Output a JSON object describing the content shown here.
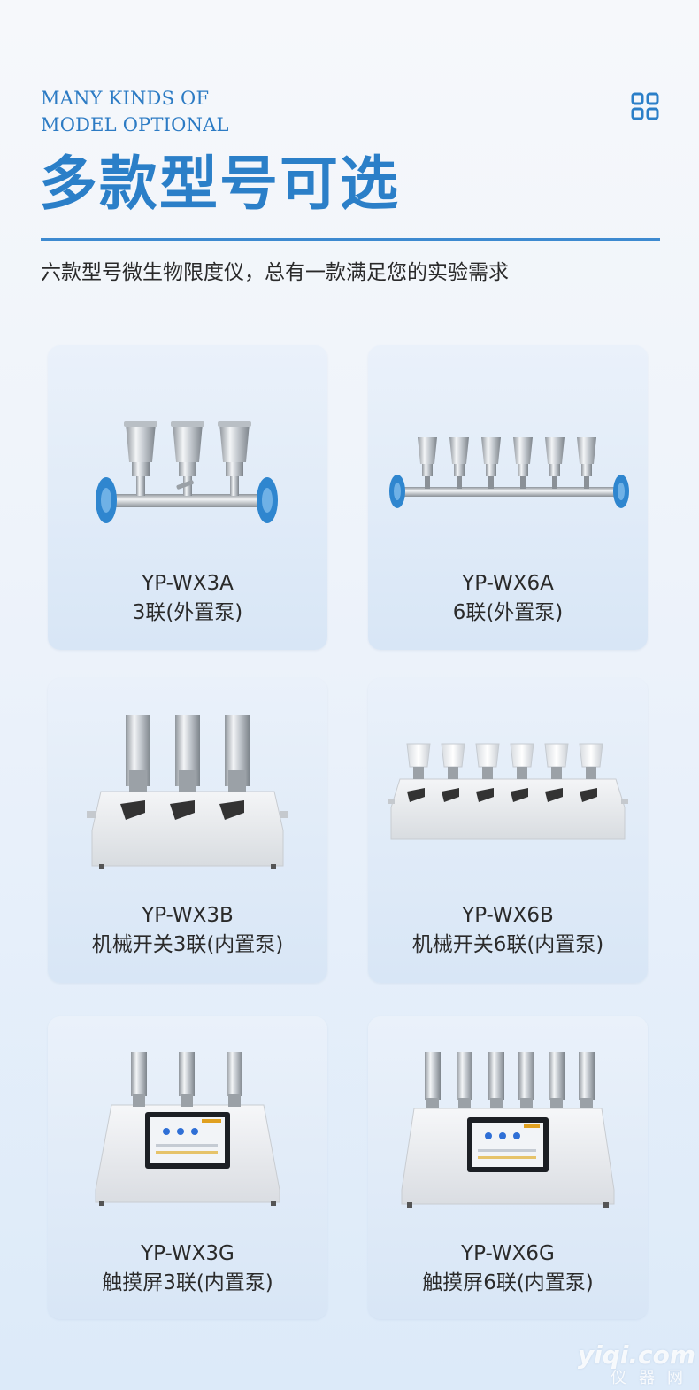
{
  "header": {
    "en_line1": "MANY KINDS OF",
    "en_line2": "MODEL OPTIONAL",
    "title": "多款型号可选",
    "subtitle": "六款型号微生物限度仪，总有一款满足您的实验需求",
    "icon": "grid-icon"
  },
  "colors": {
    "accent": "#2b7fc8",
    "text": "#2a2a2a",
    "card": "#e2ecf8"
  },
  "products": [
    {
      "model": "YP-WX3A",
      "desc": "3联(外置泵)"
    },
    {
      "model": "YP-WX6A",
      "desc": "6联(外置泵)"
    },
    {
      "model": "YP-WX3B",
      "desc": "机械开关3联(内置泵)"
    },
    {
      "model": "YP-WX6B",
      "desc": "机械开关6联(内置泵)"
    },
    {
      "model": "YP-WX3G",
      "desc": "触摸屏3联(内置泵)"
    },
    {
      "model": "YP-WX6G",
      "desc": "触摸屏6联(内置泵)"
    }
  ],
  "watermark": {
    "line1": "yiqi.com",
    "line2": "仪器网"
  }
}
